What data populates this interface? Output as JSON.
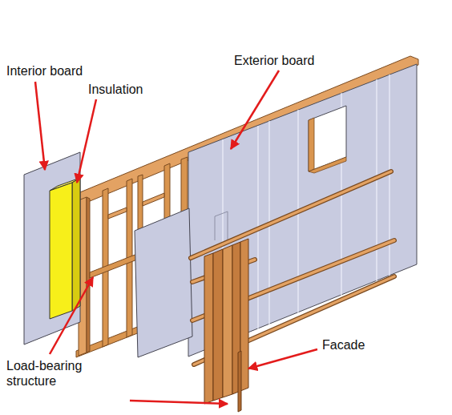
{
  "diagram": {
    "labels": [
      "Interior board",
      "Insulation",
      "Exterior board",
      "Load-bearing structure",
      "Facade"
    ]
  }
}
